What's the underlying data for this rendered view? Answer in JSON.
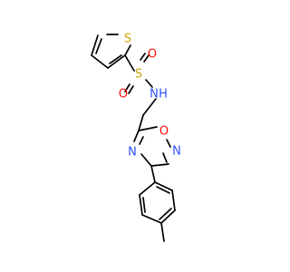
{
  "molecule": {
    "atoms": {
      "thiophene_s": {
        "label": "S",
        "color": "#c8a800"
      },
      "sulfonyl_s": {
        "label": "S",
        "color": "#c8a800"
      },
      "sulfonyl_o_top": {
        "label": "O",
        "color": "#ff0d0d"
      },
      "sulfonyl_o_bottom": {
        "label": "O",
        "color": "#ff0d0d"
      },
      "amine_n": {
        "label": "N",
        "color": "#3050f8"
      },
      "amine_h": {
        "label": "H",
        "color": "#3050f8"
      },
      "ring_o": {
        "label": "O",
        "color": "#ff0d0d"
      },
      "ring_n_top": {
        "label": "N",
        "color": "#3050f8"
      },
      "ring_n_left": {
        "label": "N",
        "color": "#3050f8"
      }
    }
  }
}
